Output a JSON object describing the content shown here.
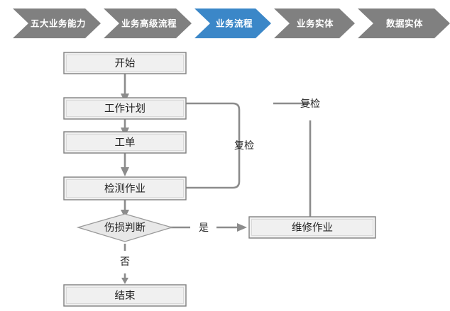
{
  "breadcrumb": {
    "items": [
      {
        "label": "五大业务能力",
        "active": false,
        "color": "#808080"
      },
      {
        "label": "业务高级流程",
        "active": false,
        "color": "#808080"
      },
      {
        "label": "业务流程",
        "active": true,
        "color": "#3b87c8"
      },
      {
        "label": "业务实体",
        "active": false,
        "color": "#808080"
      },
      {
        "label": "数据实体",
        "active": false,
        "color": "#808080"
      }
    ],
    "inactive_color": "#808080",
    "active_color": "#3b87c8",
    "label_color": "#ffffff"
  },
  "flowchart": {
    "node_fill": "#f0f0f0",
    "node_stroke": "#808080",
    "line_color": "#8c8c8c",
    "text_color": "#262626",
    "nodes": [
      {
        "id": "start",
        "label": "开始",
        "shape": "rect"
      },
      {
        "id": "plan",
        "label": "工作计划",
        "shape": "rect"
      },
      {
        "id": "workorder",
        "label": "工单",
        "shape": "rect"
      },
      {
        "id": "inspect",
        "label": "检测作业",
        "shape": "rect"
      },
      {
        "id": "decision",
        "label": "伤损判断",
        "shape": "diamond"
      },
      {
        "id": "repair",
        "label": "维修作业",
        "shape": "rect"
      },
      {
        "id": "end",
        "label": "结束",
        "shape": "rect"
      }
    ],
    "edge_labels": [
      {
        "id": "recheck-inner",
        "label": "复检"
      },
      {
        "id": "recheck-outer",
        "label": "复检"
      },
      {
        "id": "yes",
        "label": "是"
      },
      {
        "id": "no",
        "label": "否"
      }
    ]
  }
}
